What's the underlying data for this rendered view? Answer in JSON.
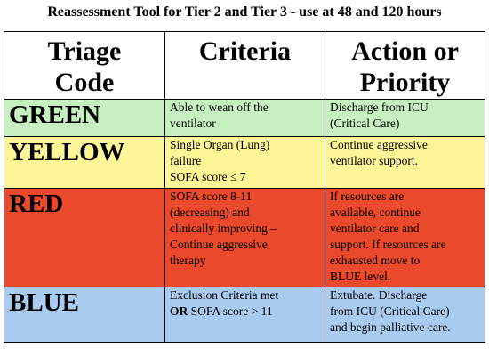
{
  "title": "Reassessment Tool for Tier 2 and Tier 3 - use at 48 and 120 hours",
  "headers": {
    "code_line1": "Triage",
    "code_line2": "Code",
    "criteria": "Criteria",
    "action_line1": "Action or",
    "action_line2": "Priority"
  },
  "rows": [
    {
      "code": "GREEN",
      "color": "#c6f0c0",
      "criteria": [
        "Able to wean off the",
        "ventilator"
      ],
      "action": [
        "Discharge from ICU",
        "(Critical Care)"
      ]
    },
    {
      "code": "YELLOW",
      "color": "#fdf598",
      "criteria": [
        "Single Organ (Lung)",
        "failure",
        "SOFA score ≤ 7"
      ],
      "action": [
        "Continue aggressive",
        "ventilator support."
      ]
    },
    {
      "code": "RED",
      "color": "#ea4a2b",
      "criteria": [
        "SOFA score 8-11",
        "(decreasing) and",
        "clinically improving –",
        "Continue aggressive",
        "therapy"
      ],
      "action": [
        "If resources are",
        "available, continue",
        "ventilator care and",
        "support.  If resources are",
        "exhausted move to",
        "BLUE level."
      ]
    },
    {
      "code": "BLUE",
      "color": "#a9cbef",
      "criteria_line1": "Exclusion Criteria met",
      "criteria_or": "OR",
      "criteria_line2_rest": " SOFA score > 11",
      "action": [
        "Extubate.  Discharge",
        "from ICU (Critical Care)",
        "and begin palliative care."
      ]
    }
  ]
}
